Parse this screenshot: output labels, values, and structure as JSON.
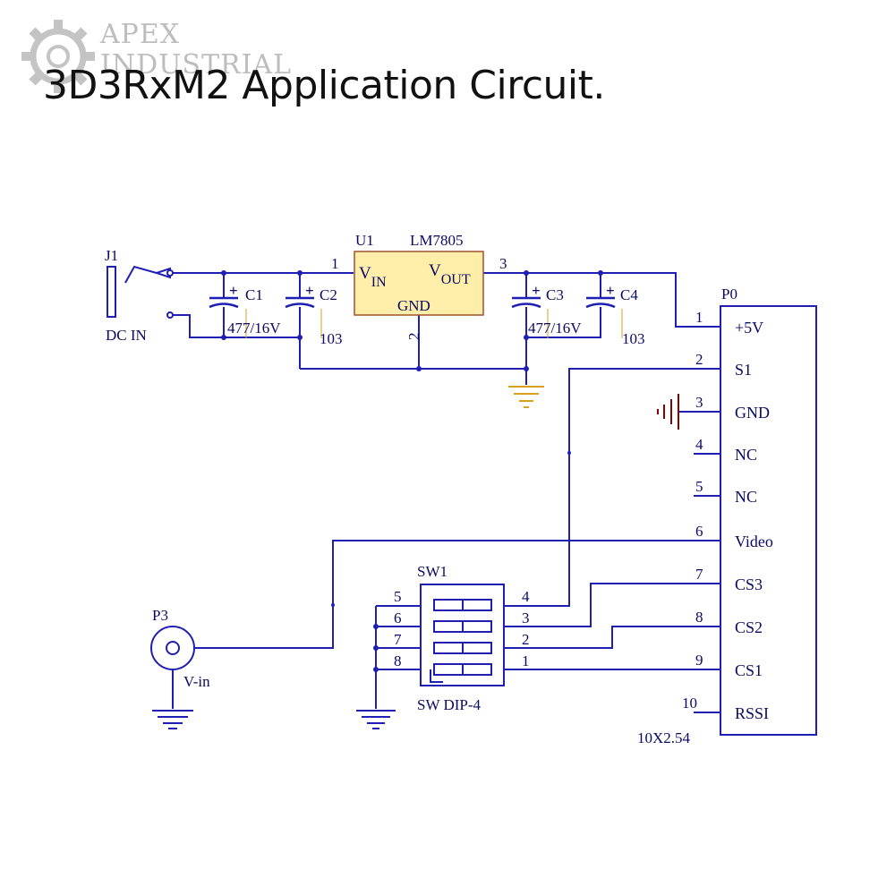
{
  "title": "3D3RxM2 Application Circuit.",
  "watermark": {
    "line1": "APEX",
    "line2": "INDUSTRIAL"
  },
  "colors": {
    "wire": "#1f1fb4",
    "text": "#0a0a64",
    "chip_fill": "#ffeeaa",
    "ground_red": "#8b0000",
    "component_blue": "#1f1fb4"
  },
  "j1": {
    "ref": "J1",
    "label": "DC IN"
  },
  "u1": {
    "ref": "U1",
    "part": "LM7805",
    "vin_main": "V",
    "vin_sub": "IN",
    "vout_main": "V",
    "vout_sub": "OUT",
    "gnd": "GND",
    "pin_in": "1",
    "pin_out": "3",
    "pin_gnd": "2"
  },
  "caps": {
    "c1": {
      "ref": "C1",
      "value": "477/16V",
      "plus": "+"
    },
    "c2": {
      "ref": "C2",
      "value": "103",
      "plus": "+"
    },
    "c3": {
      "ref": "C3",
      "value": "477/16V",
      "plus": "+"
    },
    "c4": {
      "ref": "C4",
      "value": "103",
      "plus": "+"
    }
  },
  "p0": {
    "ref": "P0",
    "footprint": "10X2.54",
    "pins": [
      {
        "num": "1",
        "name": "+5V"
      },
      {
        "num": "2",
        "name": "S1"
      },
      {
        "num": "3",
        "name": "GND"
      },
      {
        "num": "4",
        "name": "NC"
      },
      {
        "num": "5",
        "name": "NC"
      },
      {
        "num": "6",
        "name": "Video"
      },
      {
        "num": "7",
        "name": "CS3"
      },
      {
        "num": "8",
        "name": "CS2"
      },
      {
        "num": "9",
        "name": "CS1"
      },
      {
        "num": "10",
        "name": "RSSI"
      }
    ]
  },
  "sw1": {
    "ref": "SW1",
    "part": "SW DIP-4",
    "left_pins": [
      "5",
      "6",
      "7",
      "8"
    ],
    "right_pins": [
      "4",
      "3",
      "2",
      "1"
    ]
  },
  "p3": {
    "ref": "P3",
    "label": "V-in"
  }
}
